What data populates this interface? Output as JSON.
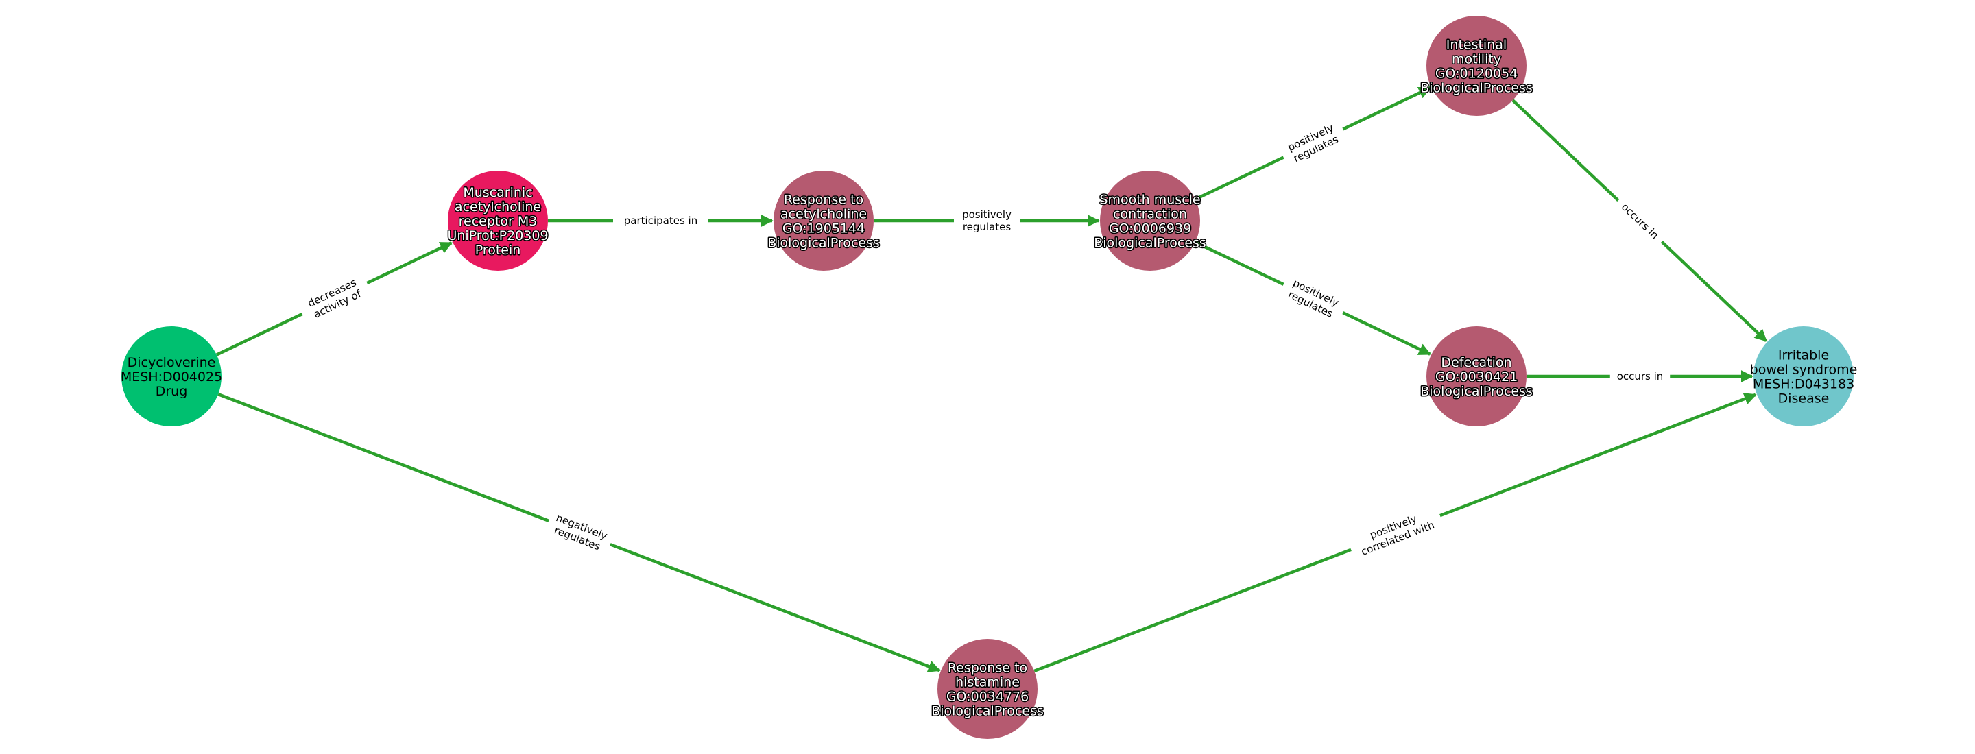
{
  "colors": {
    "edge": "#2ca02c",
    "Drug": "#00c070",
    "Protein": "#e8195f",
    "BiologicalProcess": "#b55a70",
    "Disease": "#70c6cb"
  },
  "nodes": [
    {
      "id": "dicyclo",
      "type": "Drug",
      "lines": [
        "Dicycloverine",
        "MESH:D004025",
        "Drug"
      ]
    },
    {
      "id": "chrm3",
      "type": "Protein",
      "lines": [
        "Muscarinic",
        "acetylcholine",
        "receptor M3",
        "UniProt:P20309",
        "Protein"
      ]
    },
    {
      "id": "resp_ach",
      "type": "BiologicalProcess",
      "lines": [
        "Response to",
        "acetylcholine",
        "GO:1905144",
        "BiologicalProcess"
      ]
    },
    {
      "id": "smc",
      "type": "BiologicalProcess",
      "lines": [
        "Smooth muscle",
        "contraction",
        "GO:0006939",
        "BiologicalProcess"
      ]
    },
    {
      "id": "motility",
      "type": "BiologicalProcess",
      "lines": [
        "Intestinal",
        "motility",
        "GO:0120054",
        "BiologicalProcess"
      ]
    },
    {
      "id": "defecation",
      "type": "BiologicalProcess",
      "lines": [
        "Defecation",
        "GO:0030421",
        "BiologicalProcess"
      ]
    },
    {
      "id": "ibs",
      "type": "Disease",
      "lines": [
        "Irritable",
        "bowel syndrome",
        "MESH:D043183",
        "Disease"
      ]
    },
    {
      "id": "histamine",
      "type": "BiologicalProcess",
      "lines": [
        "Response to",
        "histamine",
        "GO:0034776",
        "BiologicalProcess"
      ]
    }
  ],
  "edges": [
    {
      "source": "dicyclo",
      "target": "chrm3",
      "lines": [
        "decreases",
        "activity of"
      ]
    },
    {
      "source": "chrm3",
      "target": "resp_ach",
      "lines": [
        "participates in"
      ]
    },
    {
      "source": "resp_ach",
      "target": "smc",
      "lines": [
        "positively",
        "regulates"
      ]
    },
    {
      "source": "smc",
      "target": "motility",
      "lines": [
        "positively",
        "regulates"
      ]
    },
    {
      "source": "smc",
      "target": "defecation",
      "lines": [
        "positively",
        "regulates"
      ]
    },
    {
      "source": "motility",
      "target": "ibs",
      "lines": [
        "occurs in"
      ]
    },
    {
      "source": "defecation",
      "target": "ibs",
      "lines": [
        "occurs in"
      ]
    },
    {
      "source": "dicyclo",
      "target": "histamine",
      "lines": [
        "negatively",
        "regulates"
      ]
    },
    {
      "source": "histamine",
      "target": "ibs",
      "lines": [
        "positively",
        "correlated with"
      ]
    }
  ]
}
